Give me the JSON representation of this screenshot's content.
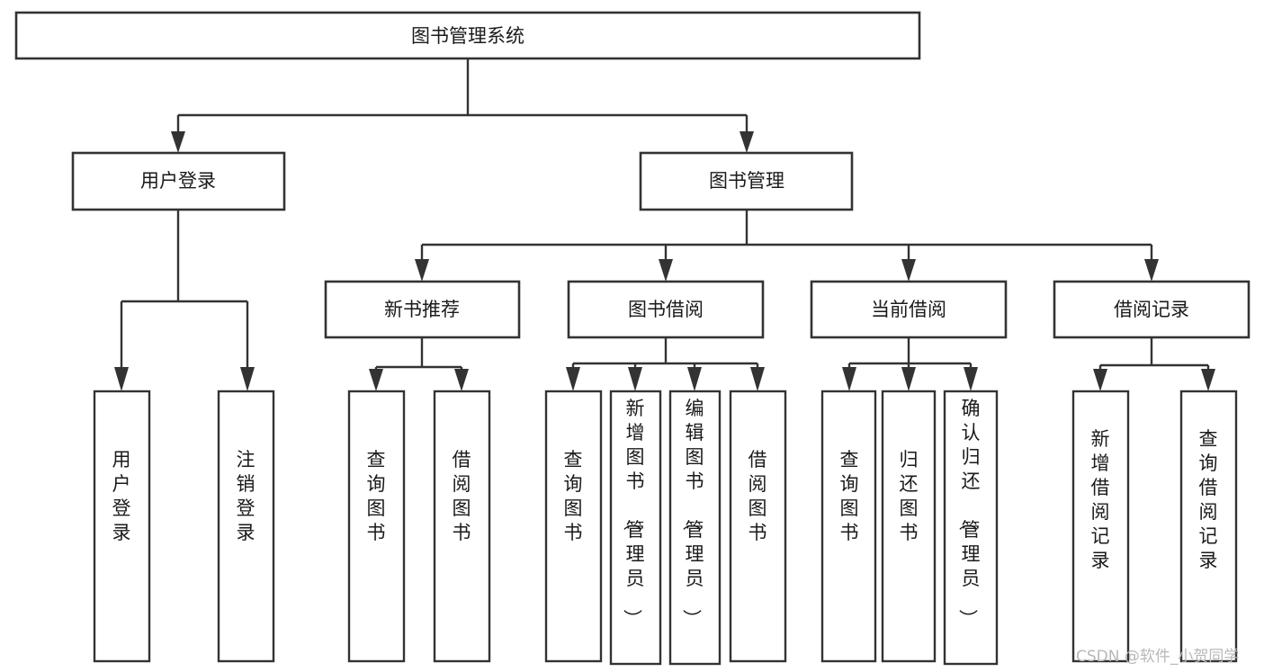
{
  "diagram": {
    "title": "图书管理系统",
    "type": "tree-hierarchy",
    "levels": {
      "root": {
        "label": "图书管理系统"
      },
      "level2": [
        {
          "label": "用户登录"
        },
        {
          "label": "图书管理"
        }
      ],
      "level3": [
        {
          "label": "新书推荐"
        },
        {
          "label": "图书借阅"
        },
        {
          "label": "当前借阅"
        },
        {
          "label": "借阅记录"
        }
      ]
    },
    "leaves": {
      "user_login": [
        {
          "label": "用户登录"
        },
        {
          "label": "注销登录"
        }
      ],
      "new_book_recommend": [
        {
          "label": "查询图书"
        },
        {
          "label": "借阅图书"
        }
      ],
      "book_borrow": [
        {
          "label": "查询图书"
        },
        {
          "label": "新增图书（管理员）"
        },
        {
          "label": "编辑图书（管理员）"
        },
        {
          "label": "借阅图书"
        }
      ],
      "current_borrow": [
        {
          "label": "查询图书"
        },
        {
          "label": "归还图书"
        },
        {
          "label": "确认归还（管理员）"
        }
      ],
      "borrow_record": [
        {
          "label": "新增借阅记录"
        },
        {
          "label": "查询借阅记录"
        }
      ]
    },
    "watermark": "CSDN @软件_小贺同学",
    "colors": {
      "box_stroke": "#333333",
      "box_fill": "#ffffff",
      "text": "#1a1a1a",
      "watermark": "#b8b8b8",
      "background": "#ffffff"
    }
  }
}
